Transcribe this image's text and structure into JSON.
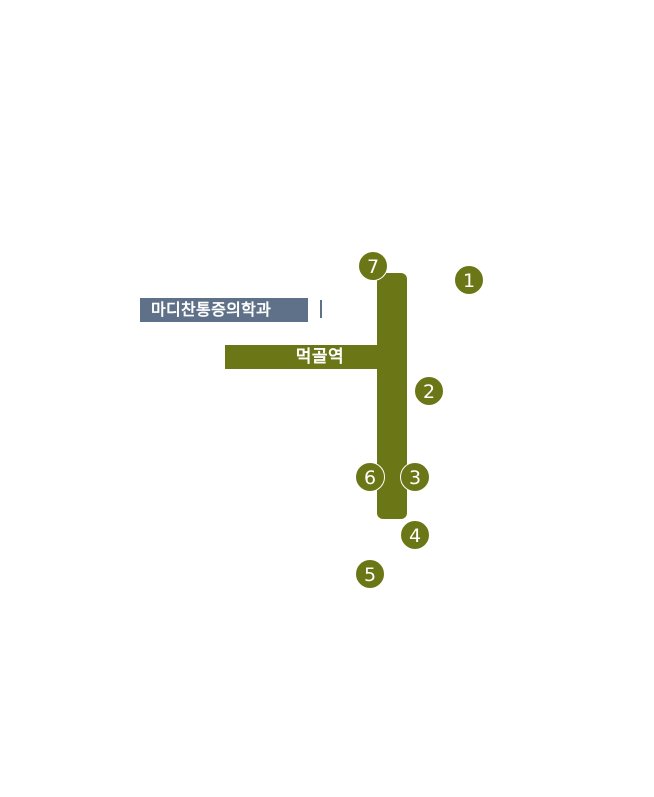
{
  "station": {
    "name": "먹골역",
    "line_color": "#6b7716"
  },
  "poi": {
    "name": "마디찬통증의학과",
    "color": "#5e7188"
  },
  "exits": [
    {
      "number": "1"
    },
    {
      "number": "2"
    },
    {
      "number": "3"
    },
    {
      "number": "4"
    },
    {
      "number": "5"
    },
    {
      "number": "6"
    },
    {
      "number": "7"
    }
  ]
}
